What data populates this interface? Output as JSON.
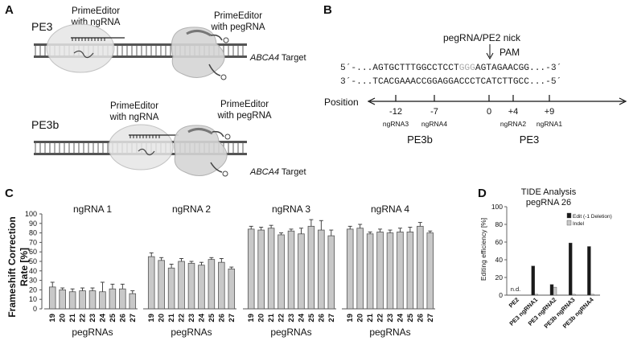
{
  "panel_a": {
    "label": "A",
    "pe3": {
      "name": "PE3",
      "ng_label_1": "PrimeEditor",
      "ng_label_2": "with ngRNA",
      "peg_label_1": "PrimeEditor",
      "peg_label_2": "with pegRNA",
      "target_gene": "ABCA4",
      "target_word": " Target"
    },
    "pe3b": {
      "name": "PE3b",
      "ng_label_1": "PrimeEditor",
      "ng_label_2": "with ngRNA",
      "peg_label_1": "PrimeEditor",
      "peg_label_2": "with pegRNA",
      "target_gene": "ABCA4",
      "target_word": " Target"
    }
  },
  "panel_b": {
    "label": "B",
    "nick_label": "pegRNA/PE2  nick",
    "pam_label": "PAM",
    "top_strand": {
      "prefix": "5´-...AGTGCTTTGGCCTCCT",
      "pam": "GGG",
      "suffix": "AGTAGAACGG...-3´"
    },
    "bottom_strand": "3´-...TCACGAAACCGGAGGACCCTCATCTTGCC...-5´",
    "position_label": "Position",
    "ticks": [
      {
        "pos": "-12",
        "rna": "ngRNA3"
      },
      {
        "pos": "-7",
        "rna": "ngRNA4"
      },
      {
        "pos": "0",
        "rna": ""
      },
      {
        "pos": "+4",
        "rna": "ngRNA2"
      },
      {
        "pos": "+9",
        "rna": "ngRNA1"
      }
    ],
    "group_left": "PE3b",
    "group_right": "PE3"
  },
  "panel_c": {
    "label": "C",
    "ylabel_line1": "Frameshift Correction",
    "ylabel_line2": "Rate [%]",
    "xlabel": "pegRNAs",
    "colors": {
      "bar": "#c8c8c8",
      "edge": "#555555"
    }
  },
  "panel_d": {
    "label": "D",
    "title_line1": "TIDE Analysis",
    "title_line2": "pegRNA 26",
    "ylabel": "Editing efficiency [%]",
    "nd_label": "n.d.",
    "colors": {
      "edit": "#1a1a1a",
      "indel": "#c8c8c8"
    }
  },
  "chart_data": [
    {
      "type": "bar",
      "title": "ngRNA 1",
      "categories": [
        "19",
        "20",
        "21",
        "22",
        "23",
        "24",
        "25",
        "26",
        "27"
      ],
      "values": [
        23,
        20,
        18,
        19,
        19,
        18,
        21,
        21,
        16
      ],
      "errors": [
        5,
        2,
        3,
        3,
        3,
        10,
        5,
        5,
        3
      ],
      "ylim": [
        0,
        100
      ],
      "yticks": [
        0,
        10,
        20,
        30,
        40,
        50,
        60,
        70,
        80,
        90,
        100
      ],
      "ylabel": "Frameshift Correction Rate [%]",
      "xlabel": "pegRNAs"
    },
    {
      "type": "bar",
      "title": "ngRNA 2",
      "categories": [
        "19",
        "20",
        "21",
        "22",
        "23",
        "24",
        "25",
        "26",
        "27"
      ],
      "values": [
        55,
        51,
        43,
        50,
        48,
        46,
        52,
        49,
        42
      ],
      "errors": [
        4,
        3,
        4,
        3,
        2,
        3,
        2,
        4,
        2
      ],
      "ylim": [
        0,
        100
      ],
      "xlabel": "pegRNAs"
    },
    {
      "type": "bar",
      "title": "ngRNA 3",
      "categories": [
        "19",
        "20",
        "21",
        "22",
        "23",
        "24",
        "25",
        "26",
        "27"
      ],
      "values": [
        84,
        83,
        85,
        78,
        82,
        79,
        87,
        83,
        77
      ],
      "errors": [
        3,
        3,
        3,
        2,
        2,
        6,
        7,
        10,
        6
      ],
      "ylim": [
        0,
        100
      ],
      "xlabel": "pegRNAs"
    },
    {
      "type": "bar",
      "title": "ngRNA 4",
      "categories": [
        "19",
        "20",
        "21",
        "22",
        "23",
        "24",
        "25",
        "26",
        "27"
      ],
      "values": [
        84,
        85,
        79,
        81,
        80,
        81,
        81,
        87,
        80
      ],
      "errors": [
        3,
        4,
        2,
        3,
        3,
        4,
        5,
        4,
        2
      ],
      "ylim": [
        0,
        100
      ],
      "xlabel": "pegRNAs"
    },
    {
      "type": "bar",
      "title": "TIDE Analysis pegRNA 26",
      "categories": [
        "PE2",
        "PE3 ngRNA1",
        "PE3 ngRNA2",
        "PE3b ngRNA3",
        "PE3b ngRNA4"
      ],
      "series": [
        {
          "name": "Edit (-1 Deletion)",
          "values": [
            0,
            33,
            12,
            59,
            55
          ]
        },
        {
          "name": "Indel",
          "values": [
            0,
            1,
            9,
            1,
            1
          ]
        }
      ],
      "ylim": [
        0,
        100
      ],
      "yticks": [
        0,
        20,
        40,
        60,
        80,
        100
      ],
      "ylabel": "Editing efficiency [%]",
      "legend": "top-right"
    }
  ]
}
